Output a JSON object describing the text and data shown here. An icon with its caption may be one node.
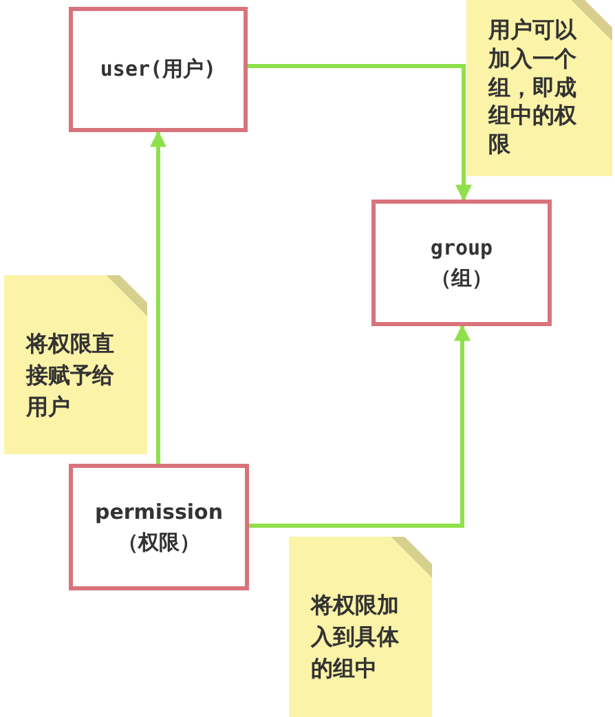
{
  "diagram": {
    "nodes": [
      {
        "text": [
          "user(用户)"
        ]
      },
      {
        "text": [
          "用户可以加入一个组，即成组中的权限"
        ]
      },
      {
        "text": [
          "group（组）"
        ]
      },
      {
        "text": [
          "将权限直接赋予给用户"
        ]
      },
      {
        "text": [
          "permission（权限）"
        ]
      },
      {
        "text": [
          "将权限加入到具体的组中"
        ]
      }
    ],
    "edges": [
      {
        "from": 0,
        "to": 2,
        "arrow": "to"
      },
      {
        "from": 4,
        "to": 0,
        "arrow": "to"
      },
      {
        "from": 4,
        "to": 2,
        "arrow": "to"
      }
    ]
  }
}
